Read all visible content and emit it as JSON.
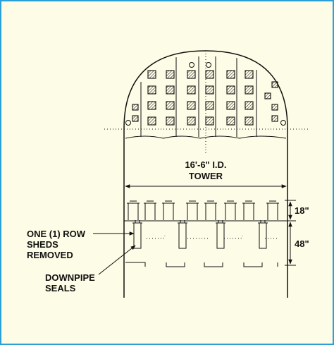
{
  "colors": {
    "frame_border": "#2a9fd8",
    "background": "#fdfce6",
    "ink": "#111111"
  },
  "labels": {
    "diameter_line1": "16'-6\" I.D.",
    "diameter_line2": "TOWER",
    "dim_upper": "18\"",
    "dim_lower": "48\"",
    "sheds_line1": "ONE (1) ROW",
    "sheds_line2": "SHEDS",
    "sheds_line3": "REMOVED",
    "seals_line1": "DOWNPIPE",
    "seals_line2": "SEALS"
  }
}
